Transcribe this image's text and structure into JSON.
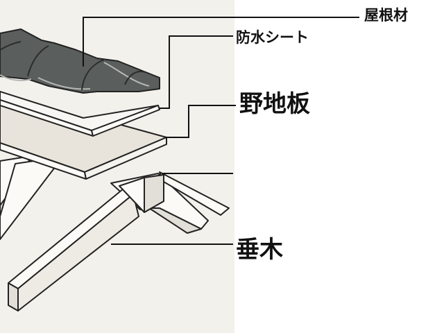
{
  "labels": {
    "roofing": "屋根材",
    "waterproof_sheet": "防水シート",
    "sheathing": "野地板",
    "rafter": "垂木"
  },
  "colors": {
    "illustration_bg": "#f3f1ec",
    "page_bg": "#ffffff",
    "tile_fill": "#5a5e5c",
    "line": "#222222"
  }
}
